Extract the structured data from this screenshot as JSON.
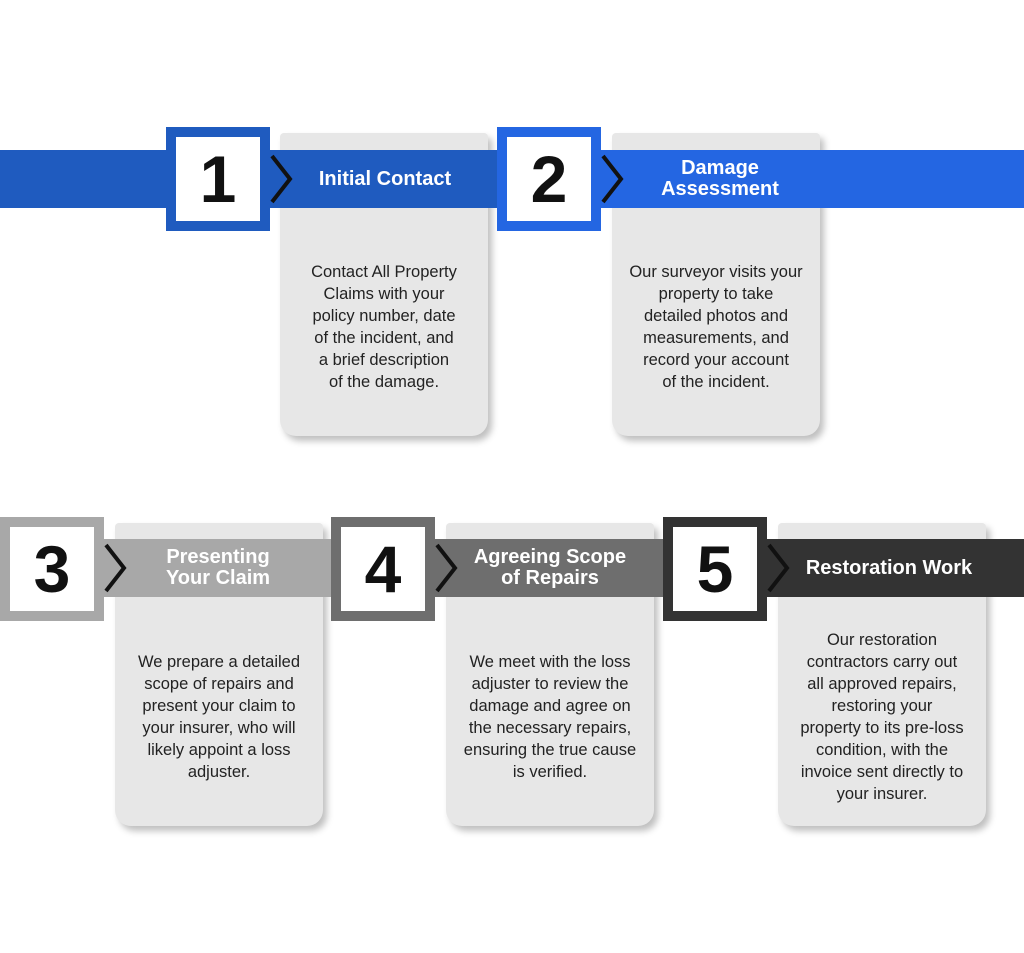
{
  "steps": [
    {
      "number": "1",
      "title": "Initial Contact",
      "description": "Contact All Property\nClaims with your\npolicy number, date\nof the incident, and\na brief description\nof the damage.",
      "color": "#1f5bbf"
    },
    {
      "number": "2",
      "title": "Damage\nAssessment",
      "description": "Our surveyor visits your\nproperty to take\ndetailed photos and\nmeasurements, and\nrecord your account\nof the incident.",
      "color": "#2466e2"
    },
    {
      "number": "3",
      "title": "Presenting\nYour Claim",
      "description": "We prepare a detailed\nscope of repairs and\npresent your claim to\nyour insurer, who will\nlikely appoint a loss\nadjuster.",
      "color": "#a8a8a8"
    },
    {
      "number": "4",
      "title": "Agreeing Scope\nof Repairs",
      "description": "We meet with the loss\nadjuster to review the\ndamage and agree on\nthe necessary repairs,\nensuring the true cause\nis verified.",
      "color": "#6e6e6e"
    },
    {
      "number": "5",
      "title": "Restoration Work",
      "description": "Our restoration\ncontractors carry out\nall approved repairs,\nrestoring your\nproperty to its pre-loss\ncondition, with the\ninvoice sent directly to\nyour insurer.",
      "color": "#333333"
    }
  ]
}
